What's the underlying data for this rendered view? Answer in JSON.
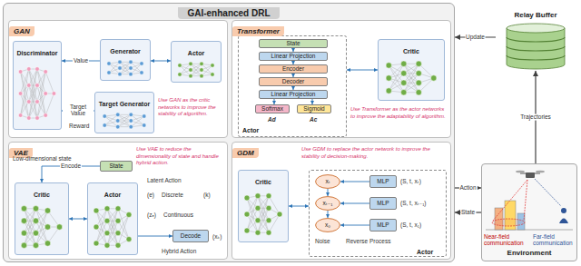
{
  "diagram": {
    "nodes": [
      {
        "text": [
          "GAI-enhanced DRL"
        ]
      },
      {
        "text": [
          "GAN",
          "Use GAN as the critic networks to improve the stability of algorithm."
        ],
        "in": 0
      },
      {
        "text": [
          "Discriminator"
        ],
        "in": 1
      },
      {
        "text": [
          "Generator"
        ],
        "in": 1
      },
      {
        "text": [
          "Target Generator"
        ],
        "in": 1
      },
      {
        "text": [
          "Actor"
        ],
        "in": 1
      },
      {
        "text": [
          "Transformer",
          "Use Transformer as the actor networks to improve the adaptability of algorithm."
        ],
        "in": 0
      },
      {
        "text": [
          "Actor"
        ],
        "in": 6
      },
      {
        "text": [
          "State"
        ],
        "in": 7
      },
      {
        "text": [
          "Linear Projection"
        ],
        "in": 7
      },
      {
        "text": [
          "Encoder"
        ],
        "in": 7
      },
      {
        "text": [
          "Decoder"
        ],
        "in": 7
      },
      {
        "text": [
          "Linear Projection"
        ],
        "in": 7
      },
      {
        "text": [
          "Softmax"
        ],
        "in": 7
      },
      {
        "text": [
          "Sigmoid"
        ],
        "in": 7
      },
      {
        "text": [
          "Critic"
        ],
        "in": 6
      },
      {
        "text": [
          "VAE",
          "Use VAE to reduce the dimensionality of state and handle hybrid action."
        ],
        "in": 0
      },
      {
        "text": [
          "State"
        ],
        "in": 16
      },
      {
        "text": [
          "Critic"
        ],
        "in": 16
      },
      {
        "text": [
          "Actor"
        ],
        "in": 16
      },
      {
        "text": [
          "Decode"
        ],
        "in": 16
      },
      {
        "text": [
          "GDM",
          "Use GDM to replace the actor network to improve the stability of decision-making."
        ],
        "in": 0
      },
      {
        "text": [
          "Critic"
        ],
        "in": 21
      },
      {
        "text": [
          "Actor"
        ],
        "in": 21
      },
      {
        "text": [
          "xₜ"
        ],
        "in": 23
      },
      {
        "text": [
          "MLP"
        ],
        "in": 23
      },
      {
        "text": [
          "xₜ₋₁"
        ],
        "in": 23
      },
      {
        "text": [
          "MLP"
        ],
        "in": 23
      },
      {
        "text": [
          "x₀"
        ],
        "in": 23
      },
      {
        "text": [
          "MLP"
        ],
        "in": 23
      },
      {
        "text": [
          "Relay Buffer"
        ]
      },
      {
        "text": [
          "Environment"
        ]
      }
    ],
    "edges": [
      {
        "from": 3,
        "to": 5,
        "arrow": "both"
      },
      {
        "from": 3,
        "to": 2,
        "label": "Value",
        "arrow": "to"
      },
      {
        "from": 4,
        "to": 2,
        "label": "Target Value",
        "arrow": "to"
      },
      {
        "from": 8,
        "to": 9,
        "arrow": "to"
      },
      {
        "from": 9,
        "to": 10,
        "arrow": "to"
      },
      {
        "from": 10,
        "to": 11,
        "arrow": "to"
      },
      {
        "from": 11,
        "to": 12,
        "arrow": "to"
      },
      {
        "from": 12,
        "to": 13,
        "arrow": "to"
      },
      {
        "from": 12,
        "to": 14,
        "arrow": "to"
      },
      {
        "from": 7,
        "to": 15,
        "arrow": "both"
      },
      {
        "from": 17,
        "to": 18,
        "label": "Encode",
        "arrow": "to"
      },
      {
        "from": 18,
        "to": 19,
        "arrow": "both"
      },
      {
        "from": 19,
        "to": 20,
        "arrow": "to"
      },
      {
        "from": 22,
        "to": 23,
        "arrow": "both"
      },
      {
        "from": 25,
        "to": 24,
        "arrow": "to"
      },
      {
        "from": 27,
        "to": 26,
        "arrow": "to"
      },
      {
        "from": 29,
        "to": 28,
        "arrow": "to"
      },
      {
        "from": 24,
        "to": 26,
        "arrow": "to"
      },
      {
        "from": 26,
        "to": 28,
        "arrow": "to"
      },
      {
        "from": 30,
        "to": 0,
        "label": "Update",
        "arrow": "to"
      },
      {
        "from": 31,
        "to": 30,
        "label": "Trajectories",
        "arrow": "to"
      },
      {
        "from": 0,
        "to": 31,
        "label": "Action",
        "arrow": "to"
      },
      {
        "from": 31,
        "to": 0,
        "label": "State",
        "arrow": "to"
      }
    ],
    "labels": [
      "Reward",
      "Ad",
      "Ac",
      "Low-dimensional state",
      "Latent Action",
      "(e)",
      "Discrete",
      "(k)",
      "(zₑ)",
      "Continuous",
      "(xₖ)",
      "Hybrid Action",
      "Noise",
      "Reverse Process",
      "(S, t, xₜ)",
      "(S, t, xₜ₋₁)",
      "(S, t, x₁)",
      "Near-field communication",
      "Far-field communication"
    ]
  }
}
